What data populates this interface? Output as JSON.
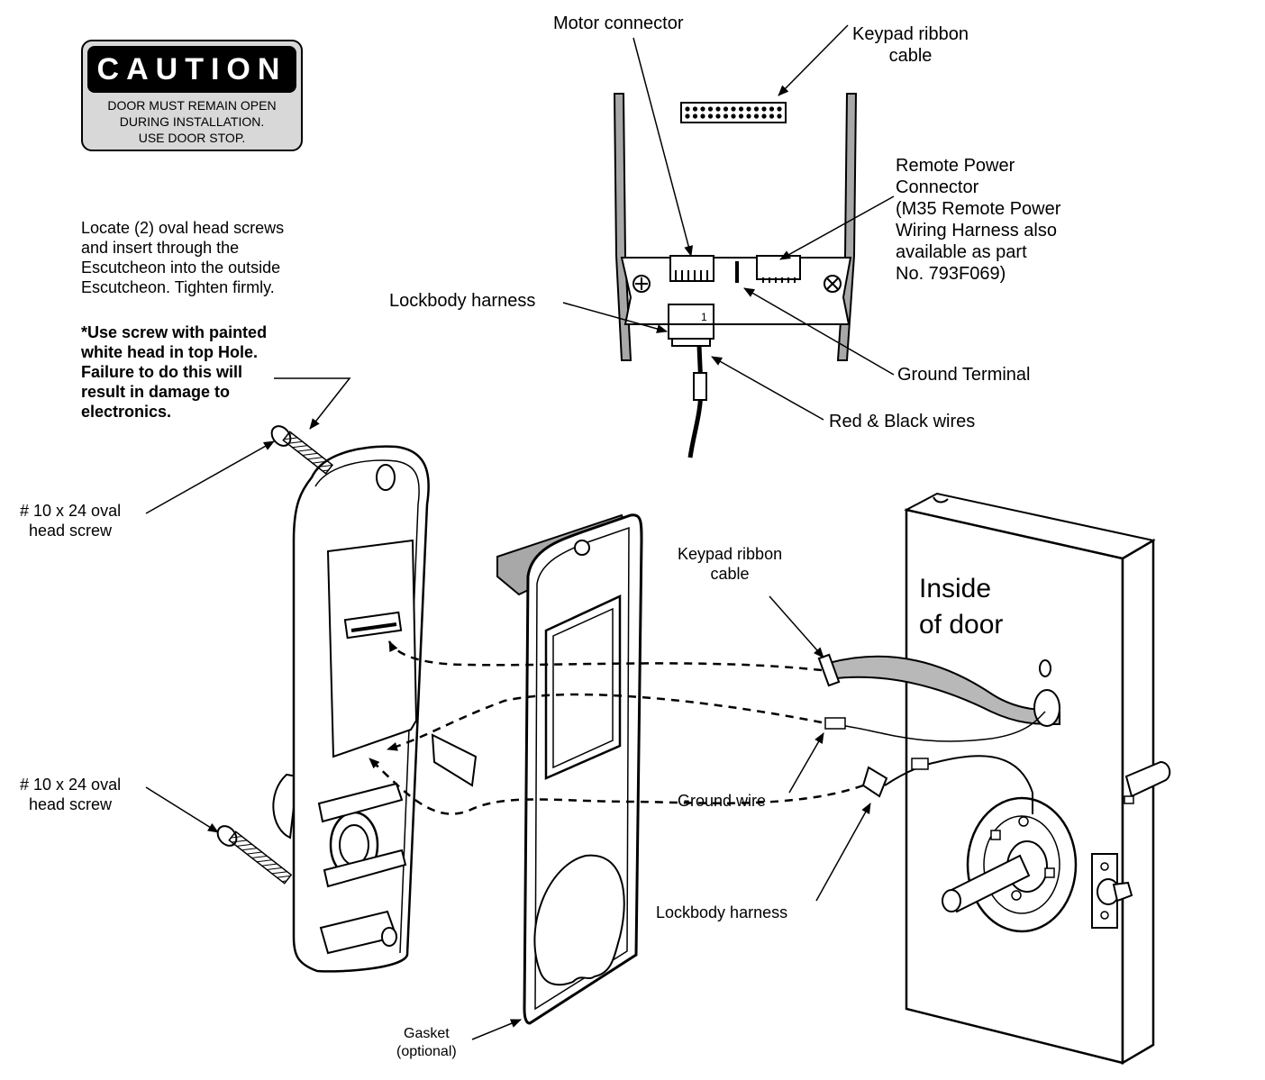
{
  "caution": {
    "title": "CAUTION",
    "body": "DOOR MUST REMAIN OPEN\nDURING INSTALLATION.\nUSE DOOR STOP."
  },
  "instructions": {
    "text": "Locate (2) oval head screws\nand insert through the\nEscutcheon into the outside\nEscutcheon. Tighten firmly.",
    "warning": "*Use screw with painted\nwhite head in top Hole.\nFailure to do this will\nresult in damage to\nelectronics."
  },
  "labels": {
    "motor_connector": "Motor connector",
    "keypad_ribbon_cable_top": "Keypad ribbon\ncable",
    "remote_power_connector": "Remote Power\nConnector\n(M35 Remote Power\nWiring Harness also\navailable as part\nNo. 793F069)",
    "lockbody_harness_top": "Lockbody harness",
    "ground_terminal": "Ground Terminal",
    "red_black_wires": "Red & Black wires",
    "screw_top": "# 10 x 24 oval\nhead screw",
    "screw_bottom": "# 10 x 24 oval\nhead screw",
    "keypad_ribbon_cable_bottom": "Keypad ribbon\ncable",
    "inside_of_door": "Inside\nof door",
    "ground_wire": "Ground wire",
    "lockbody_harness_bottom": "Lockbody harness",
    "gasket": "Gasket\n(optional)",
    "pin_one": "1"
  }
}
